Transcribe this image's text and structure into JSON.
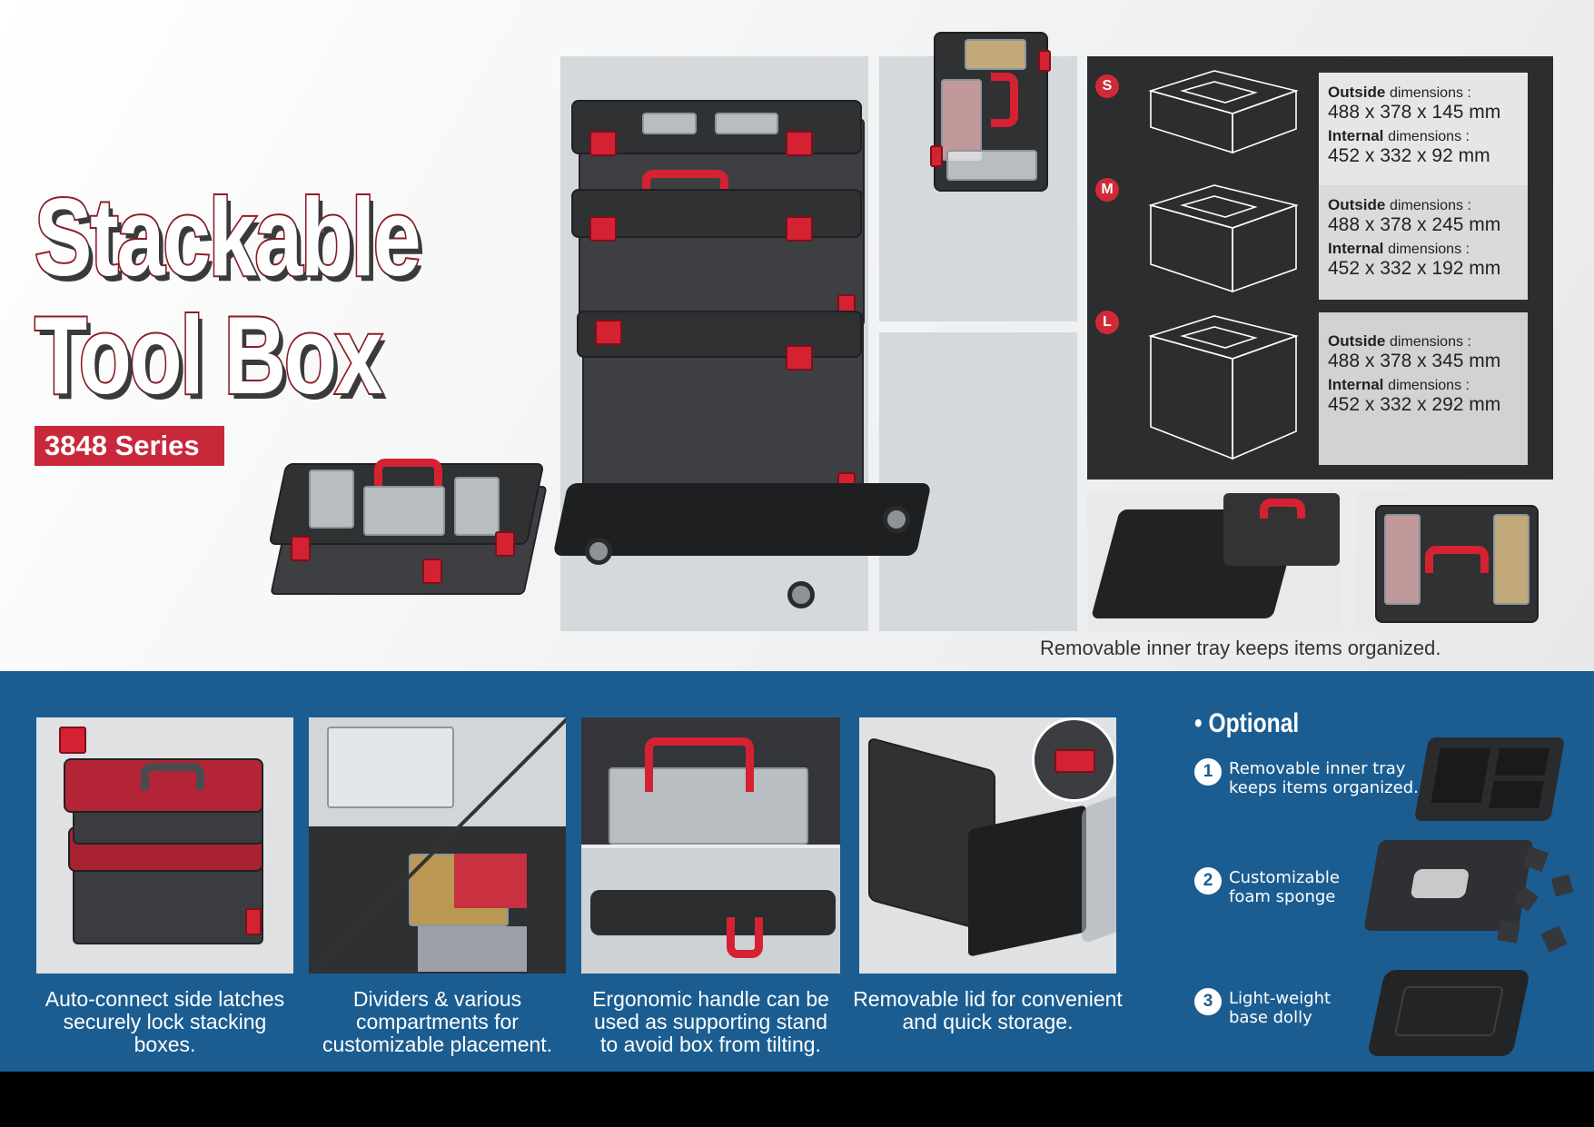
{
  "title": {
    "line1": "Stackable",
    "line2": "Tool Box",
    "series": "3848 Series"
  },
  "dimensions": {
    "outside_label_bold": "Outside",
    "internal_label_bold": "Internal",
    "label_rest": "dimensions :",
    "sizes": [
      {
        "badge": "S",
        "outside": "488 x 378 x 145 mm",
        "internal": "452 x 332 x 92 mm"
      },
      {
        "badge": "M",
        "outside": "488 x 378 x 245 mm",
        "internal": "452 x 332 x 192 mm"
      },
      {
        "badge": "L",
        "outside": "488 x 378 x 345 mm",
        "internal": "452 x 332 x 292 mm"
      }
    ]
  },
  "tray_caption": "Removable inner tray keeps items organized.",
  "features": [
    {
      "line1": "Auto-connect side latches",
      "line2": "securely lock stacking",
      "line3": "boxes."
    },
    {
      "line1": "Dividers & various",
      "line2": "compartments for",
      "line3": "customizable placement."
    },
    {
      "line1": "Ergonomic handle can be",
      "line2": "used as supporting stand",
      "line3": "to avoid box from tilting."
    },
    {
      "line1": "Removable lid for convenient",
      "line2": "and quick storage.",
      "line3": ""
    }
  ],
  "optional": {
    "title": "Optional",
    "items": [
      {
        "num": "1",
        "line1": "Removable inner tray",
        "line2": "keeps items organized."
      },
      {
        "num": "2",
        "line1": "Customizable",
        "line2": "foam sponge"
      },
      {
        "num": "3",
        "line1": "Light-weight",
        "line2": "base dolly"
      }
    ]
  },
  "colors": {
    "brand_red": "#c8283a",
    "blue_band": "#1b5d91",
    "box_grey": "#3d3f42"
  }
}
